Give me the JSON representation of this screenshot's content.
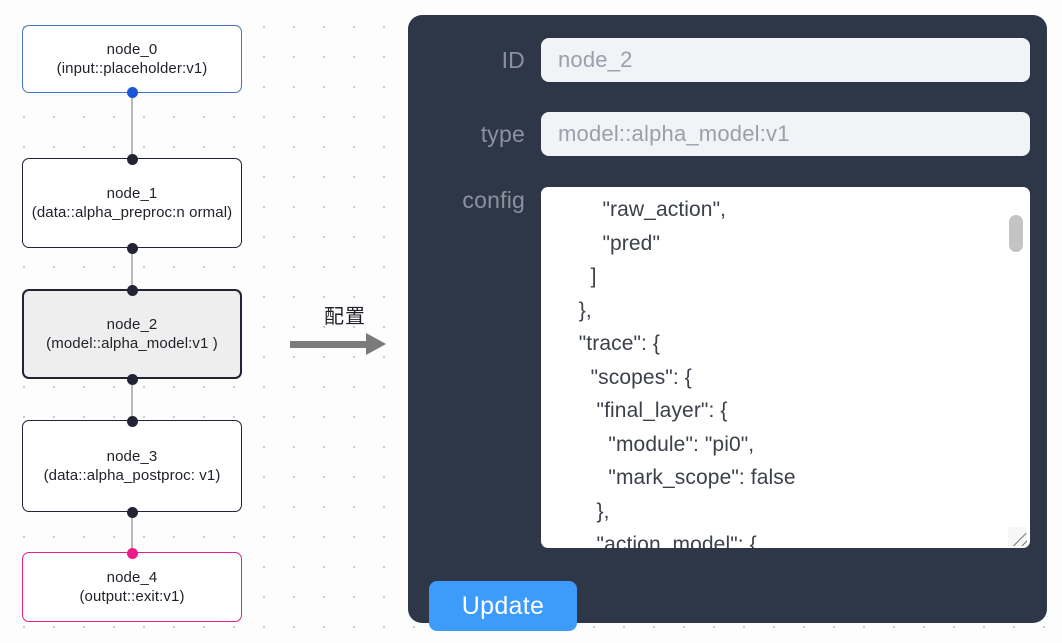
{
  "graph": {
    "nodes": [
      {
        "id": "node_0",
        "type": "(input::placeholder:v1)",
        "state": "input"
      },
      {
        "id": "node_1",
        "type": "(data::alpha_preproc:n\normal)",
        "state": "default"
      },
      {
        "id": "node_2",
        "type": "(model::alpha_model:v1\n)",
        "state": "selected"
      },
      {
        "id": "node_3",
        "type": "(data::alpha_postproc:\nv1)",
        "state": "default"
      },
      {
        "id": "node_4",
        "type": "(output::exit:v1)",
        "state": "output"
      }
    ],
    "colors": {
      "input_border": "#4472c4",
      "output_border": "#e91e8c",
      "default_border": "#222435",
      "selected_fill": "#eeeeee",
      "edge": "#b9b9bd",
      "port": "#222435",
      "port_input": "#1a56d6",
      "port_output": "#ec1a8a"
    }
  },
  "annotation": {
    "label": "配置",
    "arrow_color": "#7b7b7b"
  },
  "panel": {
    "background": "#2e3748",
    "fields": {
      "id": {
        "label": "ID",
        "value": "node_2"
      },
      "type": {
        "label": "type",
        "value": "model::alpha_model:v1"
      },
      "config": {
        "label": "config",
        "value": "        \"raw_action\",\n        \"pred\"\n      ]\n    },\n    \"trace\": {\n      \"scopes\": {\n       \"final_layer\": {\n         \"module\": \"pi0\",\n         \"mark_scope\": false\n       },\n       \"action_model\": {"
      }
    },
    "update_button": {
      "label": "Update",
      "color": "#3d9bfb"
    }
  }
}
